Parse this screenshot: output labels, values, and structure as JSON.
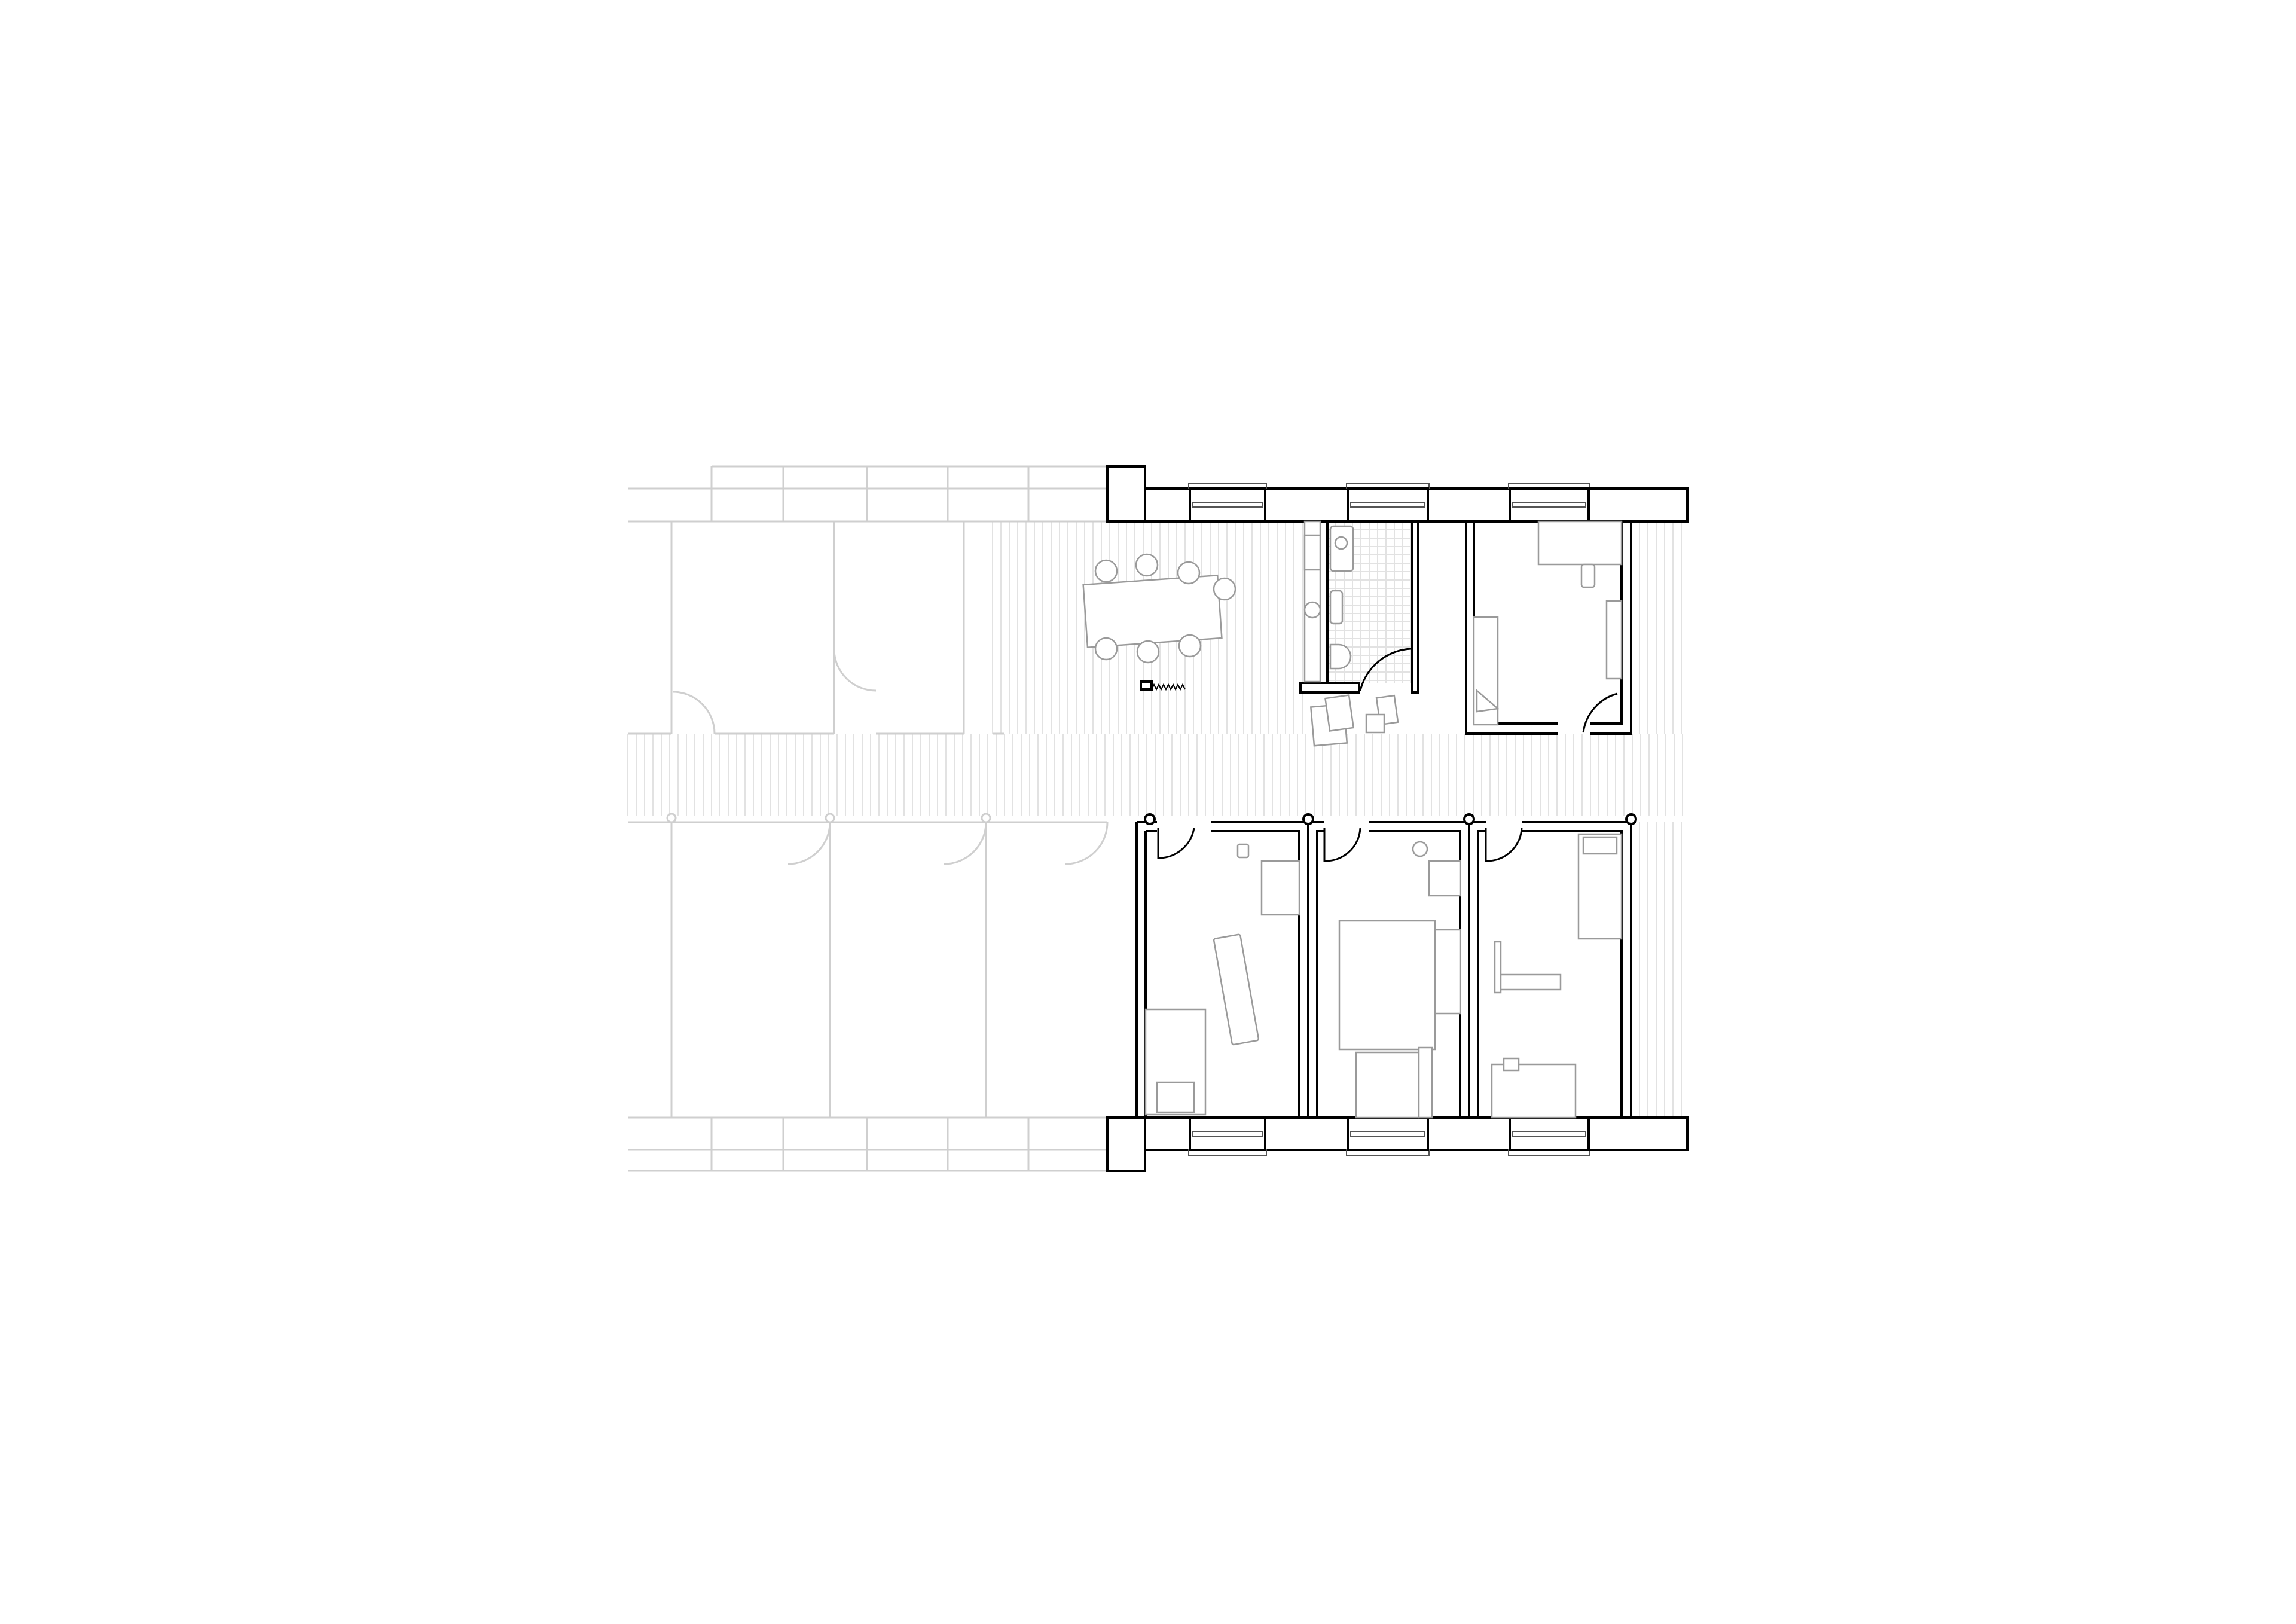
{
  "drawing": {
    "type": "architectural floor plan",
    "colors": {
      "wall": "#000000",
      "context_building": "#cfcfcf",
      "furniture": "#9a9a9a",
      "floor_pattern": "#e2e2e2",
      "background": "#ffffff"
    },
    "rooms": [
      "kitchen-dining",
      "bathroom",
      "bedroom-north",
      "bedroom-south-1",
      "bedroom-south-2",
      "bedroom-south-3",
      "corridor"
    ]
  }
}
